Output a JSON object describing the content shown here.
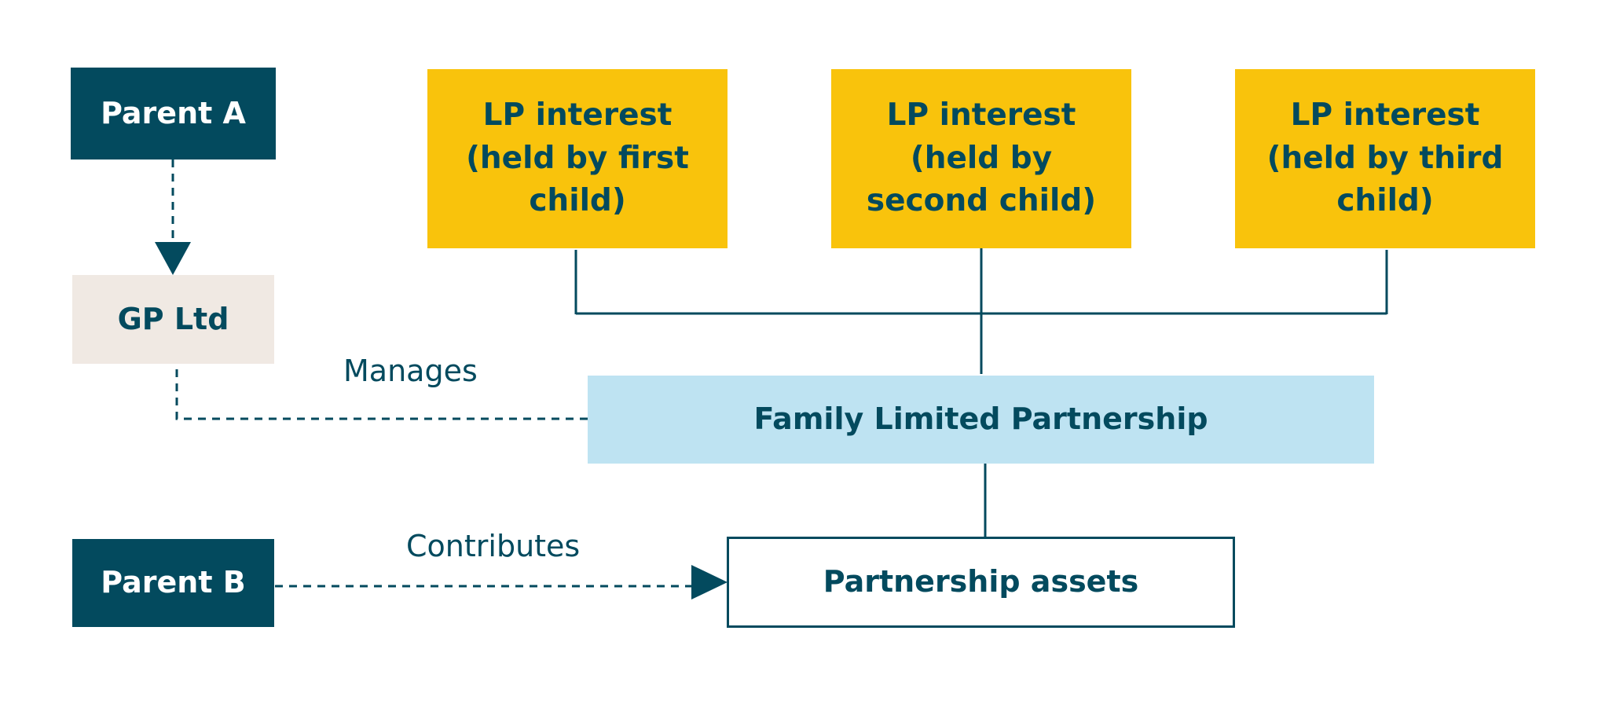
{
  "nodes": {
    "parent_a": "Parent A",
    "gp_ltd": "GP Ltd",
    "parent_b": "Parent B",
    "lp_first": "LP interest (held by first child)",
    "lp_second": "LP interest (held by second child)",
    "lp_third": "LP interest (held by third child)",
    "flp": "Family Limited Partnership",
    "assets": "Partnership assets"
  },
  "edges": {
    "manages": "Manages",
    "contributes": "Contributes"
  },
  "colors": {
    "dark_teal": "#034a5e",
    "yellow": "#f9c30c",
    "light_blue": "#bee3f2",
    "beige": "#f0e9e3"
  }
}
